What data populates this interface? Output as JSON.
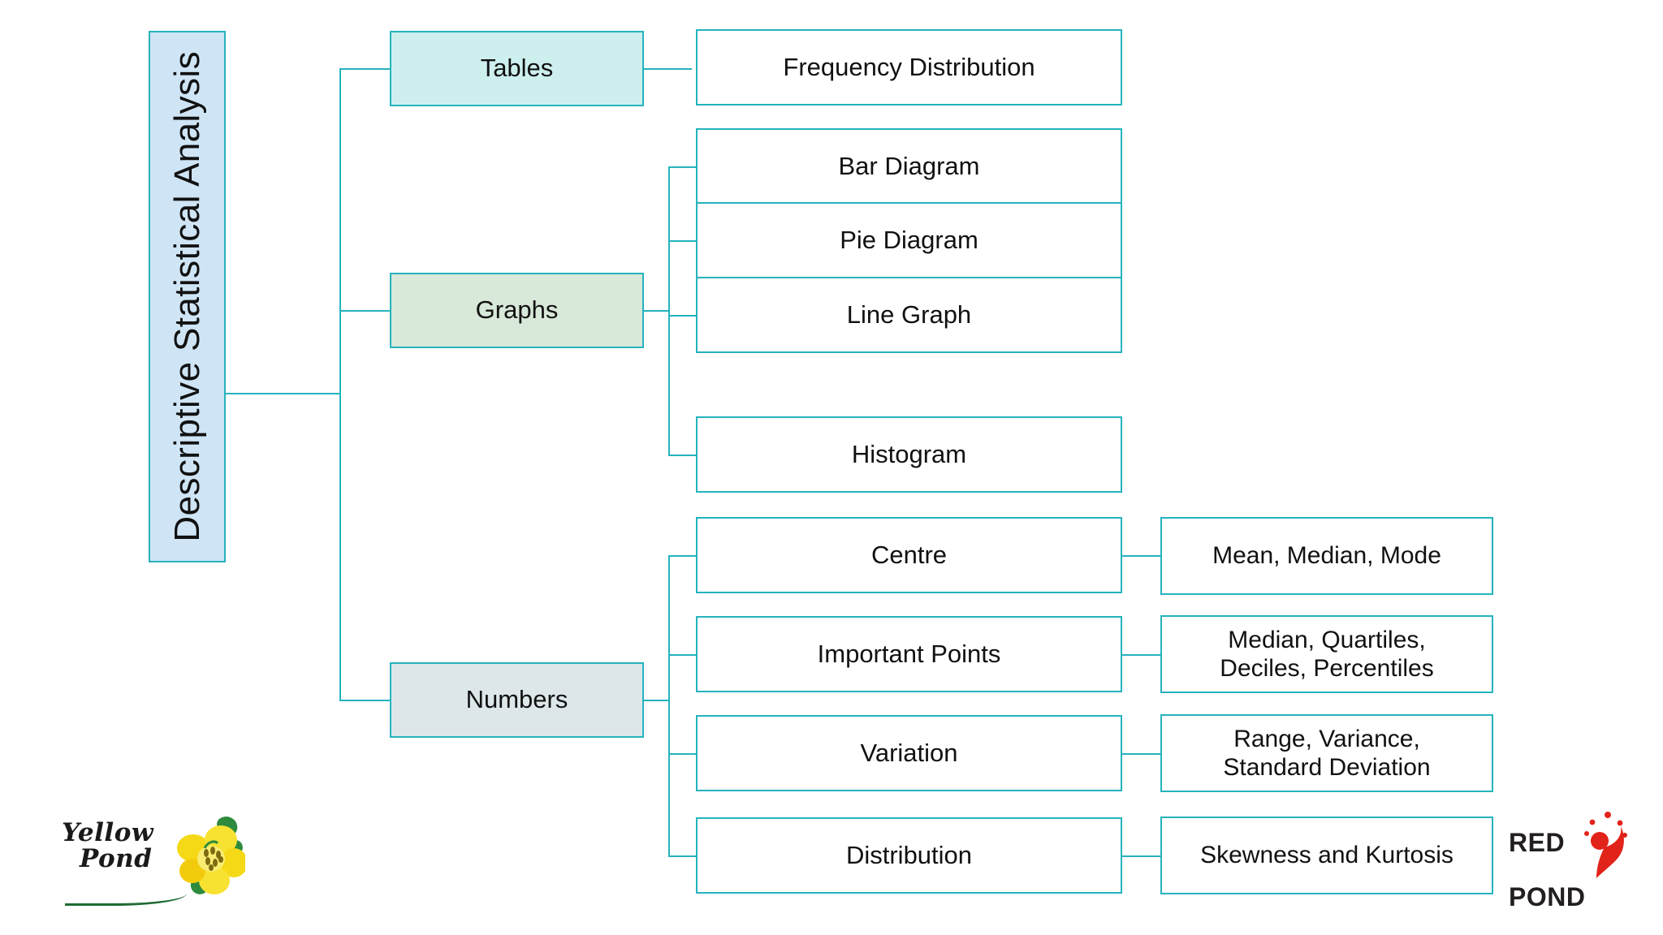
{
  "diagram": {
    "root": {
      "label": "Descriptive Statistical Analysis"
    },
    "level1": [
      {
        "label": "Tables"
      },
      {
        "label": "Graphs"
      },
      {
        "label": "Numbers"
      }
    ],
    "level2": [
      {
        "label": "Frequency Distribution"
      },
      {
        "label": "Bar Diagram"
      },
      {
        "label": "Pie Diagram"
      },
      {
        "label": "Line Graph"
      },
      {
        "label": "Histogram"
      },
      {
        "label": "Centre"
      },
      {
        "label": "Important Points"
      },
      {
        "label": "Variation"
      },
      {
        "label": "Distribution"
      }
    ],
    "level3": [
      {
        "label": "Mean, Median, Mode"
      },
      {
        "line1": "Median, Quartiles,",
        "line2": "Deciles, Percentiles"
      },
      {
        "line1": "Range, Variance,",
        "line2": "Standard Deviation"
      },
      {
        "label": "Skewness and Kurtosis"
      }
    ],
    "colors": {
      "connector": "#25b3bd",
      "root_fill": "#cfe5f5",
      "tables_fill": "#cdf0ef",
      "graphs_fill": "#d8e8d9",
      "numbers_fill": "#dde7ea",
      "box_border": "#25b3bd",
      "text": "#111111"
    }
  },
  "logos": {
    "left": {
      "line1": "Yellow",
      "line2": "Pond",
      "flower_color": "#f6e020",
      "leaf_color": "#2e8b3d"
    },
    "right": {
      "line1": "RED",
      "line2": "POND",
      "mark_color": "#e2231a",
      "text_color": "#231f20"
    }
  }
}
